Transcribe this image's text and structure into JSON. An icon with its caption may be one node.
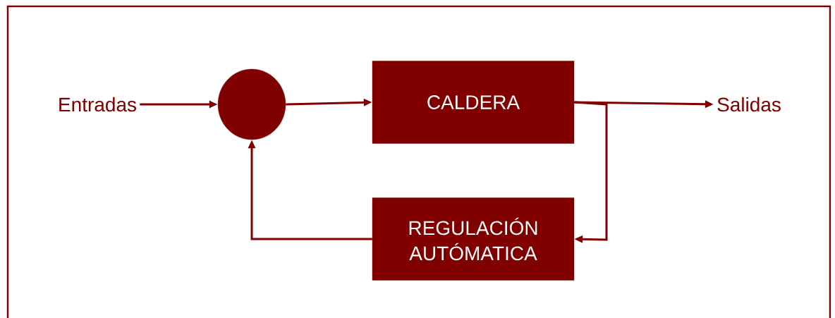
{
  "diagram": {
    "nodes": [
      {
        "text": [
          "Entradas"
        ]
      },
      {
        "text": [],
        "shape": "circle"
      },
      {
        "text": [
          "CALDERA"
        ]
      },
      {
        "text": [
          "Salidas"
        ]
      },
      {
        "text": [
          "REGULACIÓN AUTÓMATICA"
        ]
      }
    ],
    "edges": [
      {
        "from": 0,
        "to": 1,
        "arrow": "to"
      },
      {
        "from": 1,
        "to": 2,
        "arrow": "to"
      },
      {
        "from": 2,
        "to": 3,
        "arrow": "to"
      },
      {
        "from": 2,
        "to": 4,
        "arrow": "to"
      },
      {
        "from": 4,
        "to": 1,
        "arrow": "to"
      }
    ]
  }
}
